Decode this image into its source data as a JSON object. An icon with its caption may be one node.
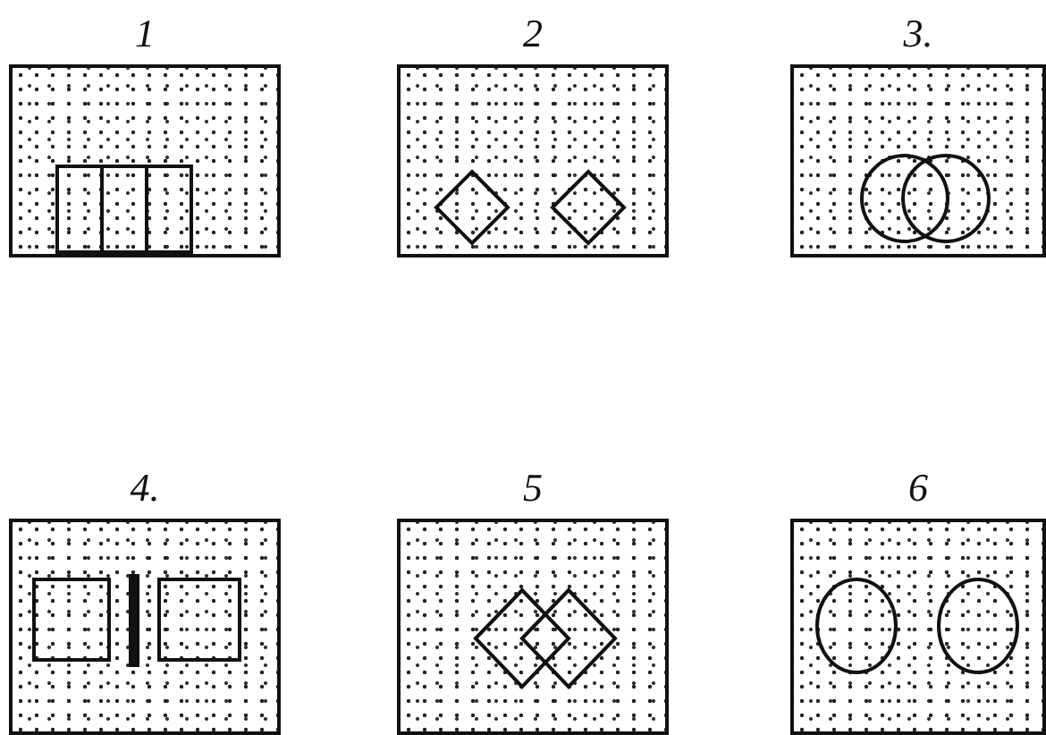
{
  "diagram": {
    "nodes": [
      {
        "text": [
          "1"
        ]
      },
      {
        "text": [
          "2"
        ]
      },
      {
        "text": [
          "3."
        ]
      },
      {
        "text": [
          "4."
        ]
      },
      {
        "text": [
          "5"
        ]
      },
      {
        "text": [
          "6"
        ]
      }
    ]
  }
}
